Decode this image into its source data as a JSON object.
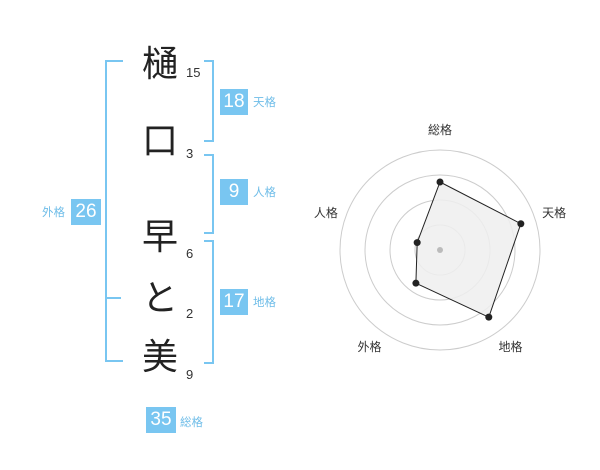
{
  "name": {
    "characters": [
      {
        "char": "樋",
        "strokes": "15"
      },
      {
        "char": "口",
        "strokes": "3"
      },
      {
        "char": "早",
        "strokes": "6"
      },
      {
        "char": "と",
        "strokes": "2"
      },
      {
        "char": "美",
        "strokes": "9"
      }
    ]
  },
  "fortunes": {
    "tenkaku": {
      "label": "天格",
      "value": "18"
    },
    "jinkaku": {
      "label": "人格",
      "value": "9"
    },
    "chikaku": {
      "label": "地格",
      "value": "17"
    },
    "gaikaku": {
      "label": "外格",
      "value": "26"
    },
    "soukaku": {
      "label": "総格",
      "value": "35"
    }
  },
  "chart_data": {
    "type": "radar",
    "axes": [
      "総格",
      "天格",
      "地格",
      "外格",
      "人格"
    ],
    "values": [
      0.68,
      0.85,
      0.83,
      0.41,
      0.24
    ],
    "rings": 4,
    "colors": {
      "fill": "#eeeeee",
      "stroke": "#222222",
      "ring": "#cccccc"
    }
  },
  "colors": {
    "accent": "#79c6f1",
    "accent_text": "#6fbde8"
  }
}
